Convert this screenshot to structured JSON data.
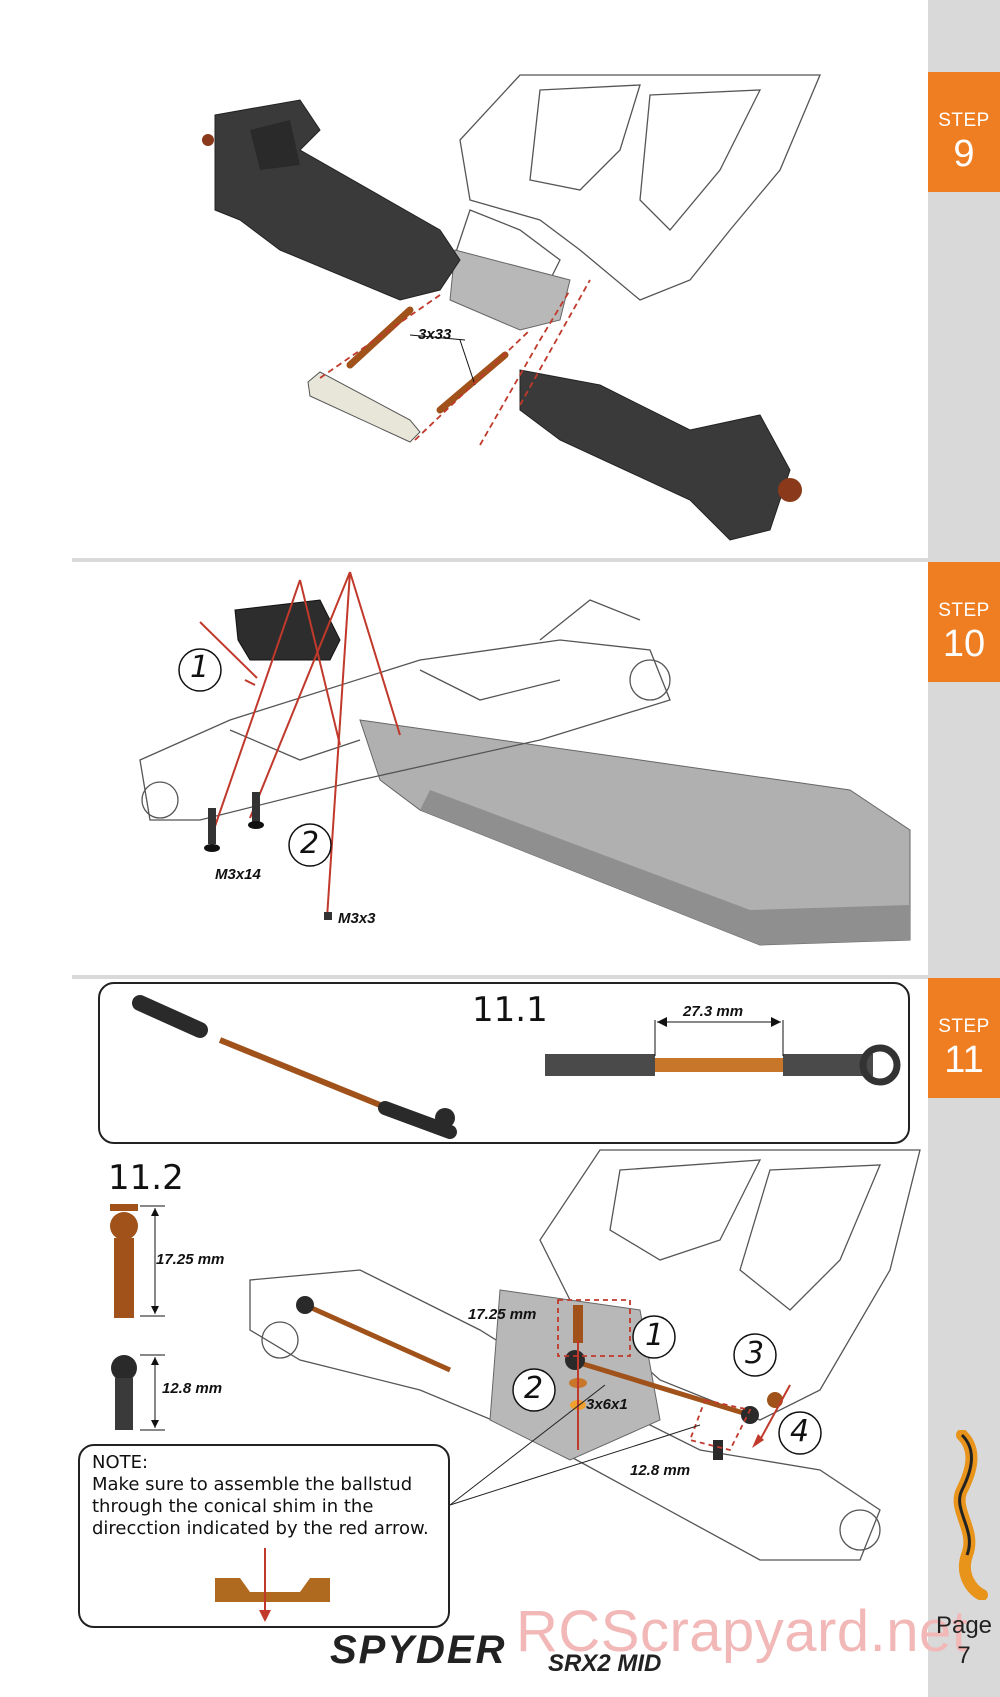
{
  "steps": [
    {
      "label": "STEP",
      "number": "9"
    },
    {
      "label": "STEP",
      "number": "10"
    },
    {
      "label": "STEP",
      "number": "11"
    }
  ],
  "step9": {
    "pin_label": "3x33"
  },
  "step10": {
    "callout_1": "1",
    "callout_2": "2",
    "screw_a": "M3x14",
    "screw_b": "M3x3"
  },
  "step11": {
    "sub1": "11.1",
    "length_a": "27.3 mm",
    "sub2": "11.2",
    "ballstud_long": "17.25 mm",
    "ballstud_short": "12.8 mm",
    "callout_1": "1",
    "callout_2": "2",
    "callout_3": "3",
    "callout_4": "4",
    "assembly_long": "17.25 mm",
    "assembly_short": "12.8 mm",
    "shim": "3x6x1",
    "note": "NOTE:\nMake sure to assemble the ballstud\nthrough the conical shim in the\ndirecction indicated by the red arrow."
  },
  "page": {
    "label": "Page",
    "number": "7"
  },
  "brand": {
    "name": "SPYDER",
    "model": "SRX2 MID",
    "logo": "Serpent"
  },
  "watermark": "RCScrapyard.net",
  "colors": {
    "step_tab": "#ef7d22",
    "sidebar": "#d9d9d9",
    "guide_line": "#c0392b",
    "rod": "#a0521a"
  }
}
